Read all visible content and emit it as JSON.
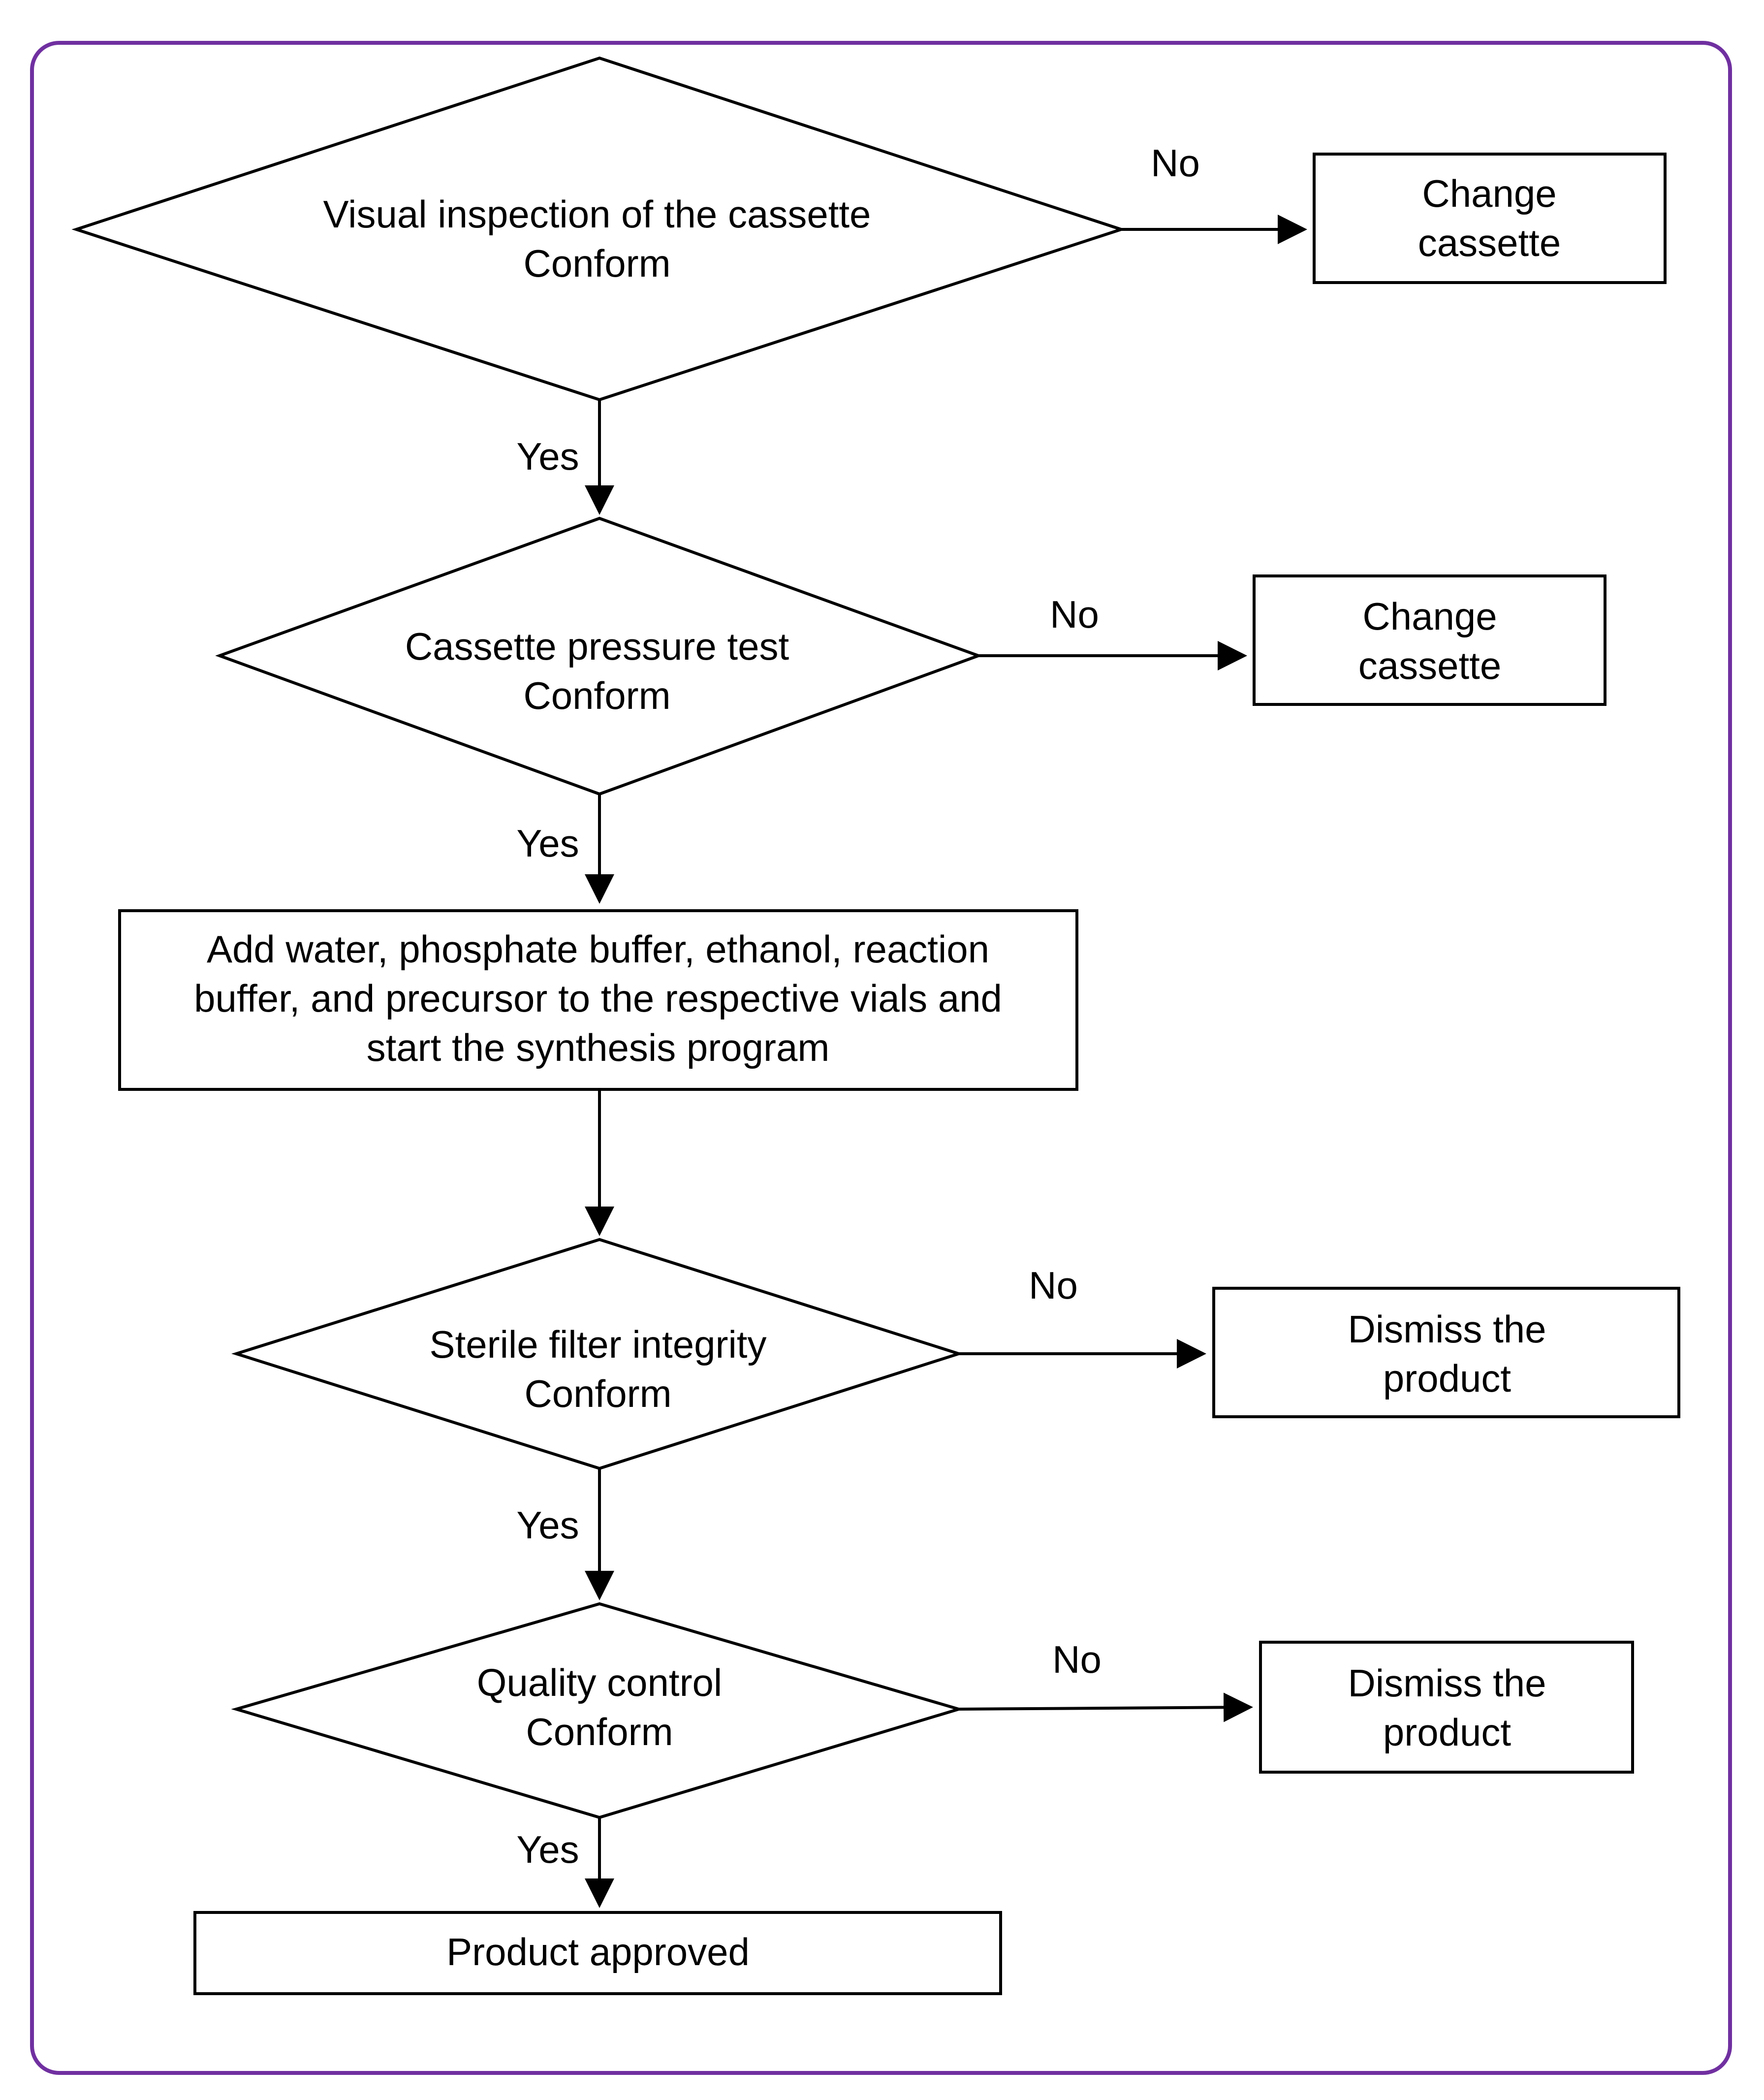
{
  "colors": {
    "frame": "#7030A0",
    "stroke": "#000000",
    "background": "#ffffff"
  },
  "nodes": {
    "visual_inspection": {
      "line1": "Visual inspection of the cassette",
      "line2": "Conform"
    },
    "change_cassette_1": {
      "line1": "Change",
      "line2": "cassette"
    },
    "pressure_test": {
      "line1": "Cassette pressure test",
      "line2": "Conform"
    },
    "change_cassette_2": {
      "line1": "Change",
      "line2": "cassette"
    },
    "add_reagents": {
      "line1": "Add water, phosphate buffer, ethanol, reaction",
      "line2": "buffer, and precursor to the respective vials and",
      "line3": "start the synthesis program"
    },
    "sterile_filter": {
      "line1": "Sterile filter integrity",
      "line2": "Conform"
    },
    "dismiss_1": {
      "line1": "Dismiss the",
      "line2": "product"
    },
    "quality_control": {
      "line1": "Quality control",
      "line2": "Conform"
    },
    "dismiss_2": {
      "line1": "Dismiss the",
      "line2": "product"
    },
    "product_approved": {
      "line1": "Product approved"
    }
  },
  "edges": {
    "visual_no": "No",
    "visual_yes": "Yes",
    "pressure_no": "No",
    "pressure_yes": "Yes",
    "sterile_no": "No",
    "sterile_yes": "Yes",
    "quality_no": "No",
    "quality_yes": "Yes"
  }
}
